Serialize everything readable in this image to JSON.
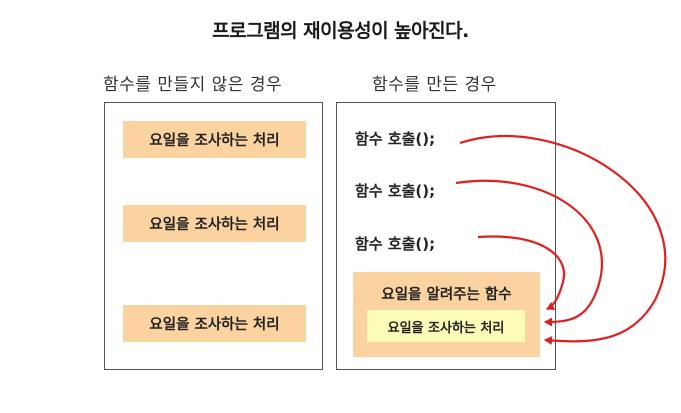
{
  "title": "프로그램의 재이용성이 높아진다.",
  "left": {
    "caption": "함수를 만들지 않은 경우",
    "blocks": [
      "요일을 조사하는 처리",
      "요일을 조사하는 처리",
      "요일을 조사하는 처리"
    ]
  },
  "right": {
    "caption": "함수를 만든 경우",
    "calls": [
      "함수 호출();",
      "함수 호출();",
      "함수 호출();"
    ],
    "function_label": "요일을 알려주는 함수",
    "function_body": "요일을 조사하는 처리"
  },
  "colors": {
    "process_fill": "#fbd3a0",
    "function_body_fill": "#fdfbb8",
    "arrow": "#e02020"
  }
}
